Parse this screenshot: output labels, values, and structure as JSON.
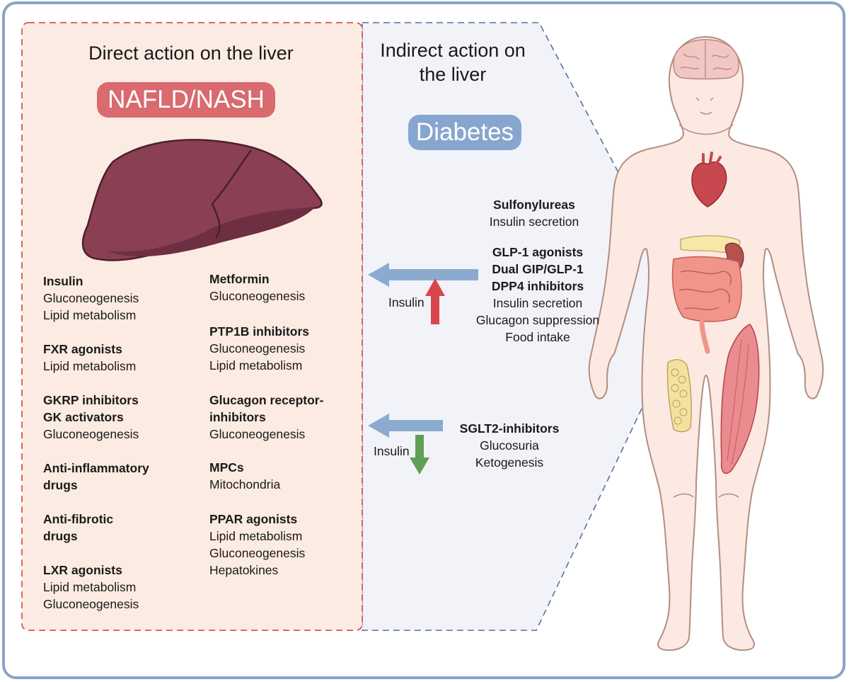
{
  "direct": {
    "heading": "Direct action on the liver",
    "badge": "NAFLD/NASH",
    "left_column": [
      {
        "name": [
          "Insulin"
        ],
        "effects": [
          "Gluconeogenesis",
          "Lipid metabolism"
        ]
      },
      {
        "name": [
          "FXR agonists"
        ],
        "effects": [
          "Lipid metabolism"
        ]
      },
      {
        "name": [
          "GKRP inhibitors",
          "GK activators"
        ],
        "effects": [
          "Gluconeogenesis"
        ]
      },
      {
        "name": [
          "Anti-inflammatory",
          "drugs"
        ],
        "effects": []
      },
      {
        "name": [
          "Anti-fibrotic",
          "drugs"
        ],
        "effects": []
      },
      {
        "name": [
          "LXR agonists"
        ],
        "effects": [
          "Lipid metabolism",
          "Gluconeogenesis"
        ]
      }
    ],
    "right_column": [
      {
        "name": [
          "Metformin"
        ],
        "effects": [
          "Gluconeogenesis"
        ]
      },
      {
        "name": [
          "PTP1B inhibitors"
        ],
        "effects": [
          "Gluconeogenesis",
          "Lipid metabolism"
        ]
      },
      {
        "name": [
          "Glucagon receptor-",
          "inhibitors"
        ],
        "effects": [
          "Gluconeogenesis"
        ]
      },
      {
        "name": [
          "MPCs"
        ],
        "effects": [
          "Mitochondria"
        ]
      },
      {
        "name": [
          "PPAR agonists"
        ],
        "effects": [
          "Lipid metabolism",
          "Gluconeogenesis",
          "Hepatokines"
        ]
      }
    ]
  },
  "indirect": {
    "heading_line1": "Indirect action on",
    "heading_line2": "the liver",
    "badge": "Diabetes",
    "groups": [
      {
        "name": [
          "Sulfonylureas"
        ],
        "effects": [
          "Insulin secretion"
        ]
      },
      {
        "name": [
          "GLP-1 agonists",
          "Dual GIP/GLP-1",
          "DPP4 inhibitors"
        ],
        "effects": [
          "Insulin secretion",
          "Glucagon suppression",
          "Food intake"
        ]
      },
      {
        "name": [
          "SGLT2-inhibitors"
        ],
        "effects": [
          "Glucosuria",
          "Ketogenesis"
        ]
      }
    ],
    "insulin_up_label": "Insulin",
    "insulin_down_label": "Insulin"
  },
  "colors": {
    "frame": "#8aa4c6",
    "direct_bg": "#fcebe2",
    "direct_border": "#d9545a",
    "indirect_bg": "#f1f3f8",
    "indirect_border": "#5c6f9d",
    "nafld_badge": "#d96a6f",
    "diabetes_badge": "#87a6cf",
    "liver": "#8a3f52",
    "arrow_blue": "#8aaad0",
    "arrow_red": "#d9464b",
    "arrow_green": "#5fa055",
    "skin": "#fbe9e2",
    "skin_outline": "#b38d83"
  },
  "icons": [
    "liver-icon",
    "human-body-icon",
    "brain-icon",
    "heart-icon",
    "pancreas-icon",
    "kidney-icon",
    "intestine-icon",
    "adipose-tissue-icon",
    "muscle-icon"
  ]
}
